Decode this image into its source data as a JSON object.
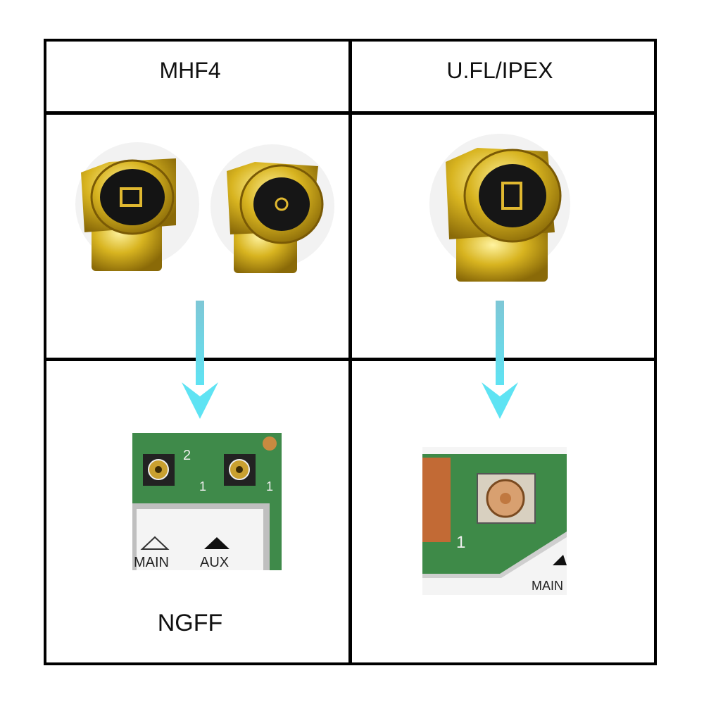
{
  "headers": {
    "left": "MHF4",
    "right": "U.FL/IPEX"
  },
  "bottom": {
    "left": "NGFF"
  },
  "boards": {
    "left": {
      "labels": [
        "2",
        "1",
        "1"
      ],
      "main_label": "MAIN",
      "aux_label": "AUX"
    },
    "right": {
      "number": "1",
      "main_label": "MAIN"
    }
  },
  "colors": {
    "grid": "#000000",
    "arrow": "#5cd5ea",
    "gold": "#d8b420",
    "pcb": "#3f8a4a"
  }
}
